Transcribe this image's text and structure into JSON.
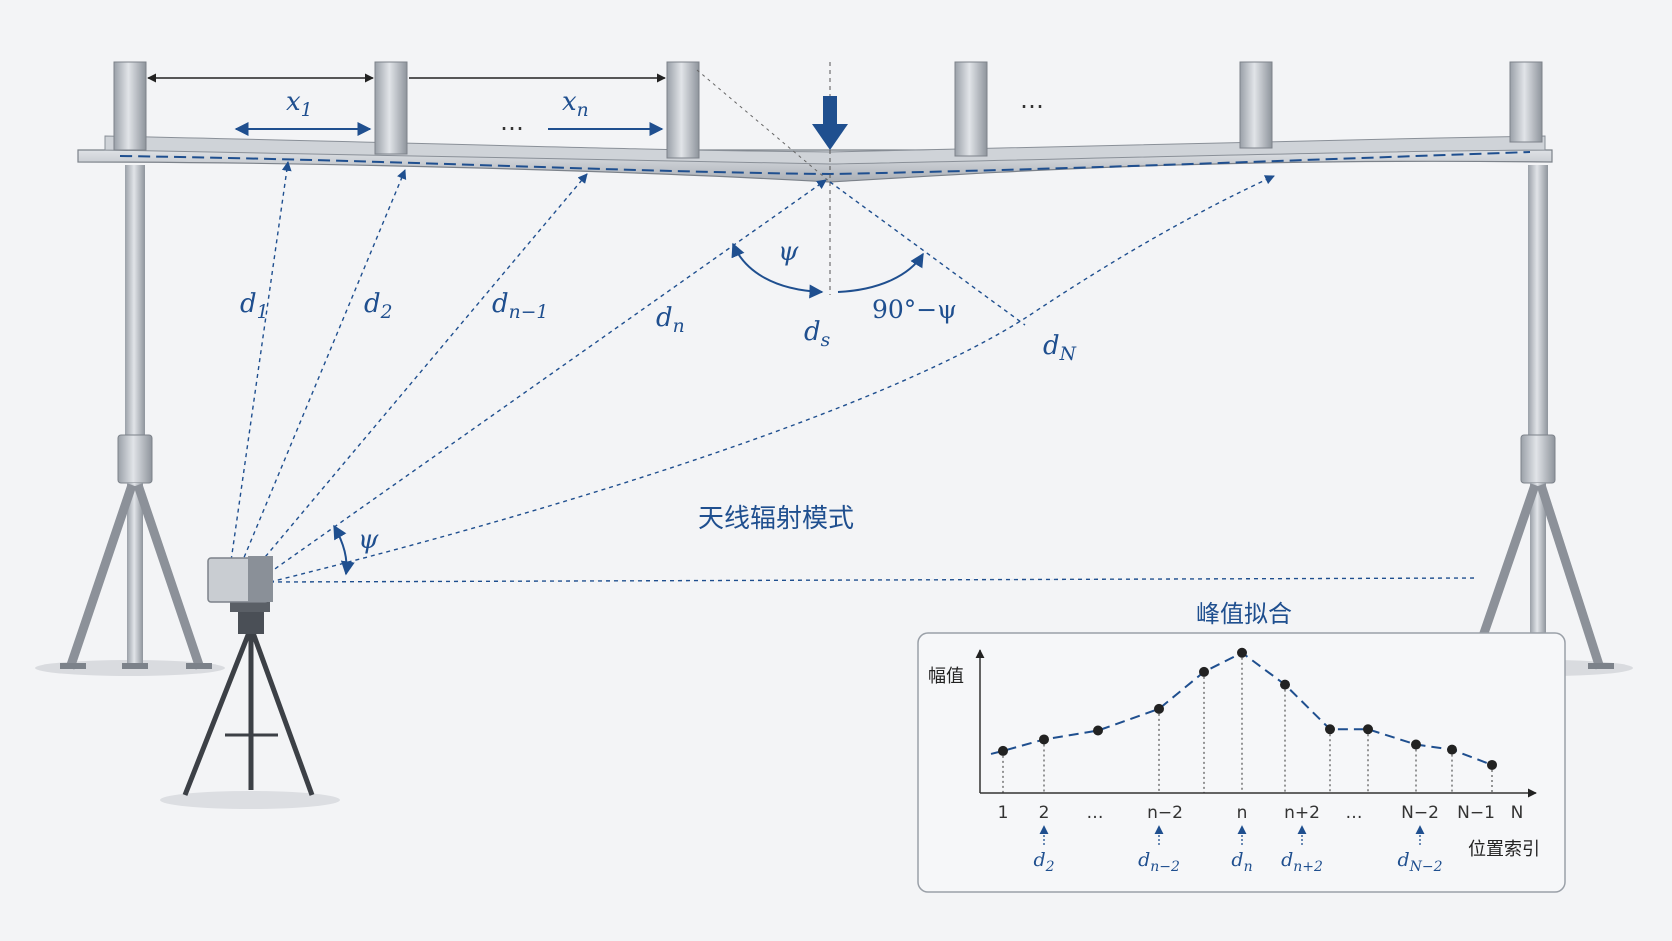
{
  "diagram": {
    "title_pattern": "天线辐射模式",
    "labels": {
      "x1": "x",
      "x1_sub": "1",
      "xn": "x",
      "xn_sub": "n",
      "dots_top": "…",
      "dots_right": "…",
      "d1": "d",
      "d1_sub": "1",
      "d2": "d",
      "d2_sub": "2",
      "dn1": "d",
      "dn1_sub": "n−1",
      "dn": "d",
      "dn_sub": "n",
      "ds": "d",
      "ds_sub": "s",
      "dN": "d",
      "dN_sub": "N",
      "psi_top": "ψ",
      "psi_comp": "90°−ψ",
      "psi_radar": "ψ"
    },
    "colors": {
      "line": "#1f4f8f",
      "steel": "#b9bec6",
      "arrow": "#1f4f8f"
    }
  },
  "inset": {
    "title": "峰值拟合",
    "ylabel": "幅值",
    "xlabel": "位置索引",
    "ticks": [
      "1",
      "2",
      "…",
      "n−2",
      "n",
      "n+2",
      "…",
      "N−2",
      "N−1",
      "N"
    ],
    "dlabels": [
      {
        "b": "d",
        "s": "2"
      },
      {
        "b": "d",
        "s": "n−2"
      },
      {
        "b": "d",
        "s": "n"
      },
      {
        "b": "d",
        "s": "n+2"
      },
      {
        "b": "d",
        "s": "N−2"
      }
    ]
  },
  "chart_data": {
    "type": "scatter",
    "title": "峰值拟合",
    "xlabel": "位置索引",
    "ylabel": "幅值",
    "categories": [
      "1",
      "2",
      "…",
      "n−2",
      "",
      "n",
      "",
      "n+2",
      "",
      "N−2",
      "N−1",
      "N"
    ],
    "values": [
      0.33,
      0.42,
      0.49,
      0.66,
      0.95,
      1.1,
      0.85,
      0.5,
      0.5,
      0.38,
      0.34,
      0.22
    ],
    "fit_curve": "dashed-peak"
  }
}
